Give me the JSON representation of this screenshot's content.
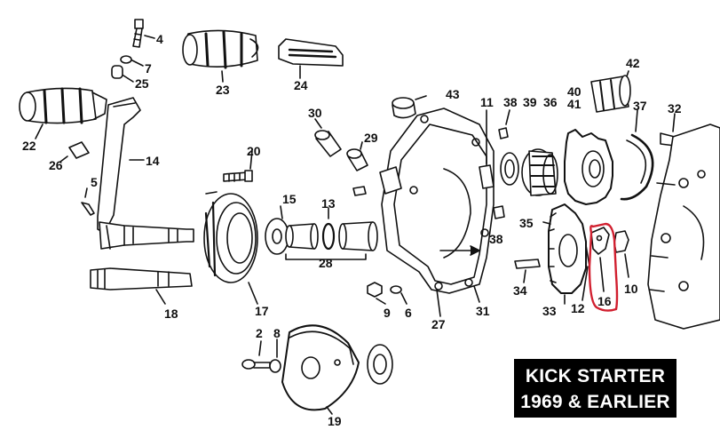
{
  "title": {
    "line1": "KICK STARTER",
    "line2": "1969 & EARLIER"
  },
  "highlight": {
    "part": "16",
    "color": "#d11f2f"
  },
  "parts": {
    "p2": "2",
    "p4": "4",
    "p5": "5",
    "p6": "6",
    "p7": "7",
    "p8": "8",
    "p9": "9",
    "p10": "10",
    "p11": "11",
    "p12": "12",
    "p13": "13",
    "p14": "14",
    "p15": "15",
    "p16": "16",
    "p17": "17",
    "p18": "18",
    "p19": "19",
    "p20": "20",
    "p22": "22",
    "p23": "23",
    "p24": "24",
    "p25": "25",
    "p26": "26",
    "p27": "27",
    "p28": "28",
    "p29": "29",
    "p30": "30",
    "p31": "31",
    "p32": "32",
    "p33": "33",
    "p34": "34",
    "p35": "35",
    "p36": "36",
    "p37": "37",
    "p38a": "38",
    "p38b": "38",
    "p39": "39",
    "p40": "40",
    "p41": "41",
    "p42": "42",
    "p43": "43"
  }
}
